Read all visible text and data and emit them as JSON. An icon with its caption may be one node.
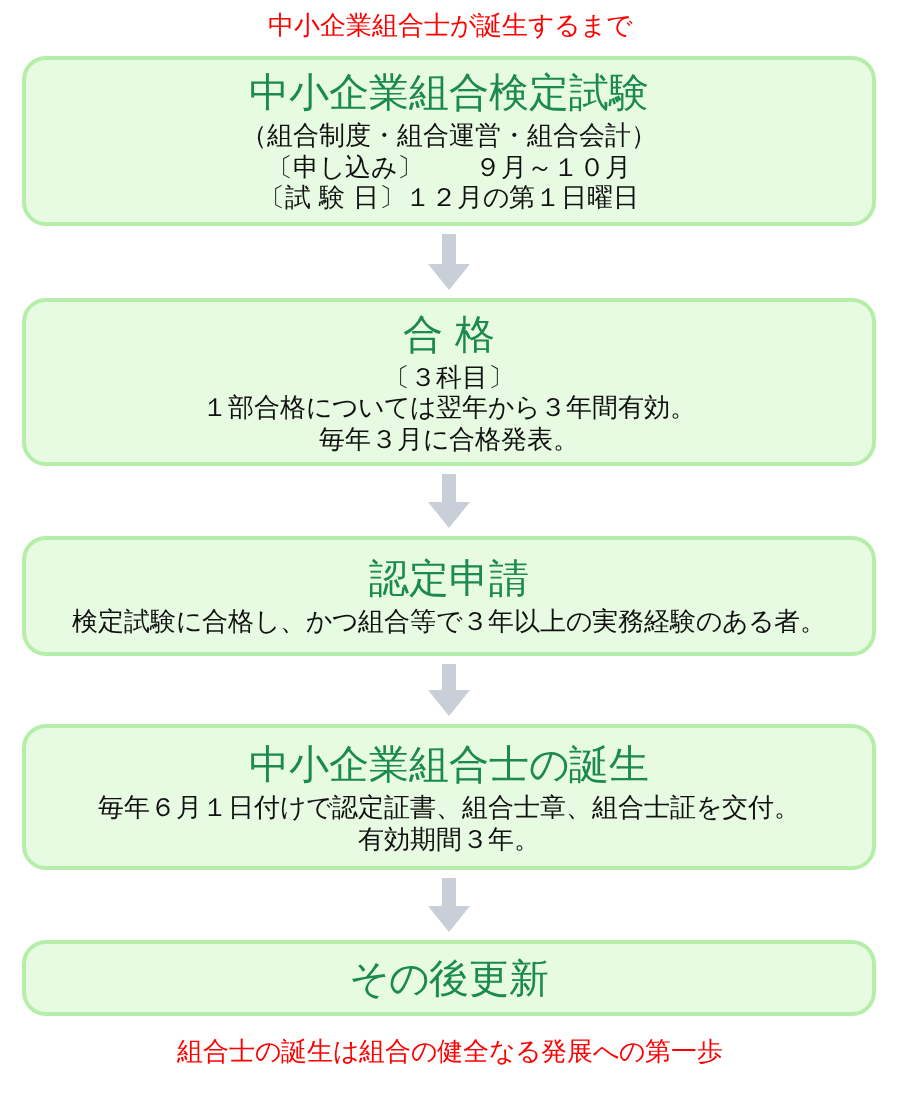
{
  "diagram": {
    "title": "中小企業組合士が誕生するまで",
    "caption": "組合士の誕生は組合の健全なる発展への第一歩",
    "nodes": [
      {
        "text": [
          "中小企業組合検定試験",
          "（組合制度・組合運営・組合会計）",
          "〔申し込み〕　　９月～１０月",
          "〔試 験 日〕１２月の第１日曜日"
        ]
      },
      {
        "text": [
          "合 格",
          "〔３科目〕",
          "１部合格については翌年から３年間有効。",
          "毎年３月に合格発表。"
        ]
      },
      {
        "text": [
          "認定申請",
          "検定試験に合格し、かつ組合等で３年以上の実務経験のある者。"
        ]
      },
      {
        "text": [
          "中小企業組合士の誕生",
          "毎年６月１日付けで認定証書、組合士章、組合士証を交付。",
          "有効期間３年。"
        ]
      },
      {
        "text": [
          "その後更新"
        ]
      }
    ],
    "edges": [
      {
        "from": 0,
        "to": 1,
        "arrow": "to"
      },
      {
        "from": 1,
        "to": 2,
        "arrow": "to"
      },
      {
        "from": 2,
        "to": 3,
        "arrow": "to"
      },
      {
        "from": 3,
        "to": 4,
        "arrow": "to"
      }
    ]
  }
}
